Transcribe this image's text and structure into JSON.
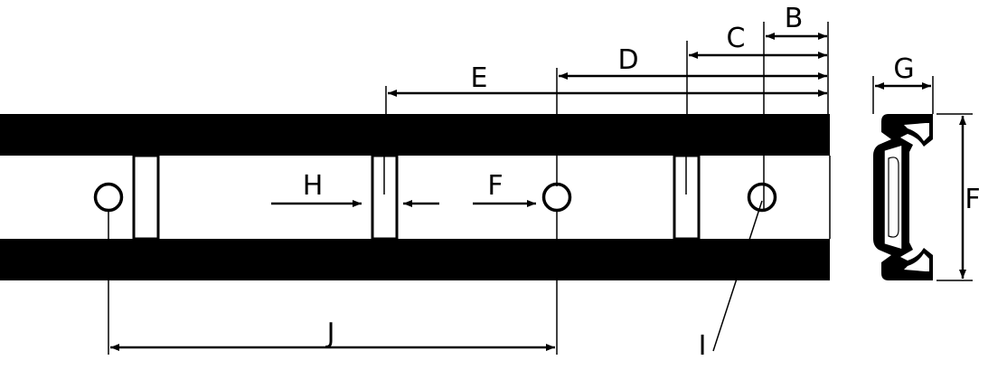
{
  "labels": {
    "a": "B",
    "b": "C",
    "c": "D",
    "d": "E",
    "e": "F",
    "f": "F",
    "g": "G",
    "h": "H",
    "i": "I",
    "j": "J"
  },
  "colors": {
    "ink": "#000000",
    "paper": "#ffffff"
  }
}
